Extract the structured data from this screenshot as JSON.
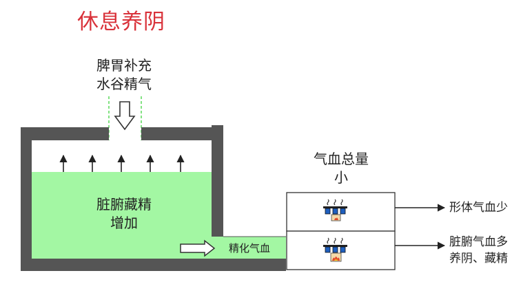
{
  "title": "休息养阴",
  "input_label_line1": "脾胃补充",
  "input_label_line2": "水谷精气",
  "tank_label_line1": "脏腑藏精",
  "tank_label_line2": "增加",
  "channel_label": "精化气血",
  "total_label_line1": "气血总量",
  "total_label_line2": "小",
  "output_upper_label": "形体气血少",
  "output_lower_label_line1": "脏腑气血多",
  "output_lower_label_line2": "养阴、藏精",
  "colors": {
    "title": "#d9323a",
    "wall": "#555555",
    "fluid": "#a3f7a3",
    "dashed_guide": "#2fcf2f",
    "arrow": "#222222",
    "box_border": "#333333"
  },
  "icons": [
    "down-arrow-icon",
    "right-hollow-arrow-icon",
    "pot-stove-icon",
    "fire-stove-icon"
  ]
}
